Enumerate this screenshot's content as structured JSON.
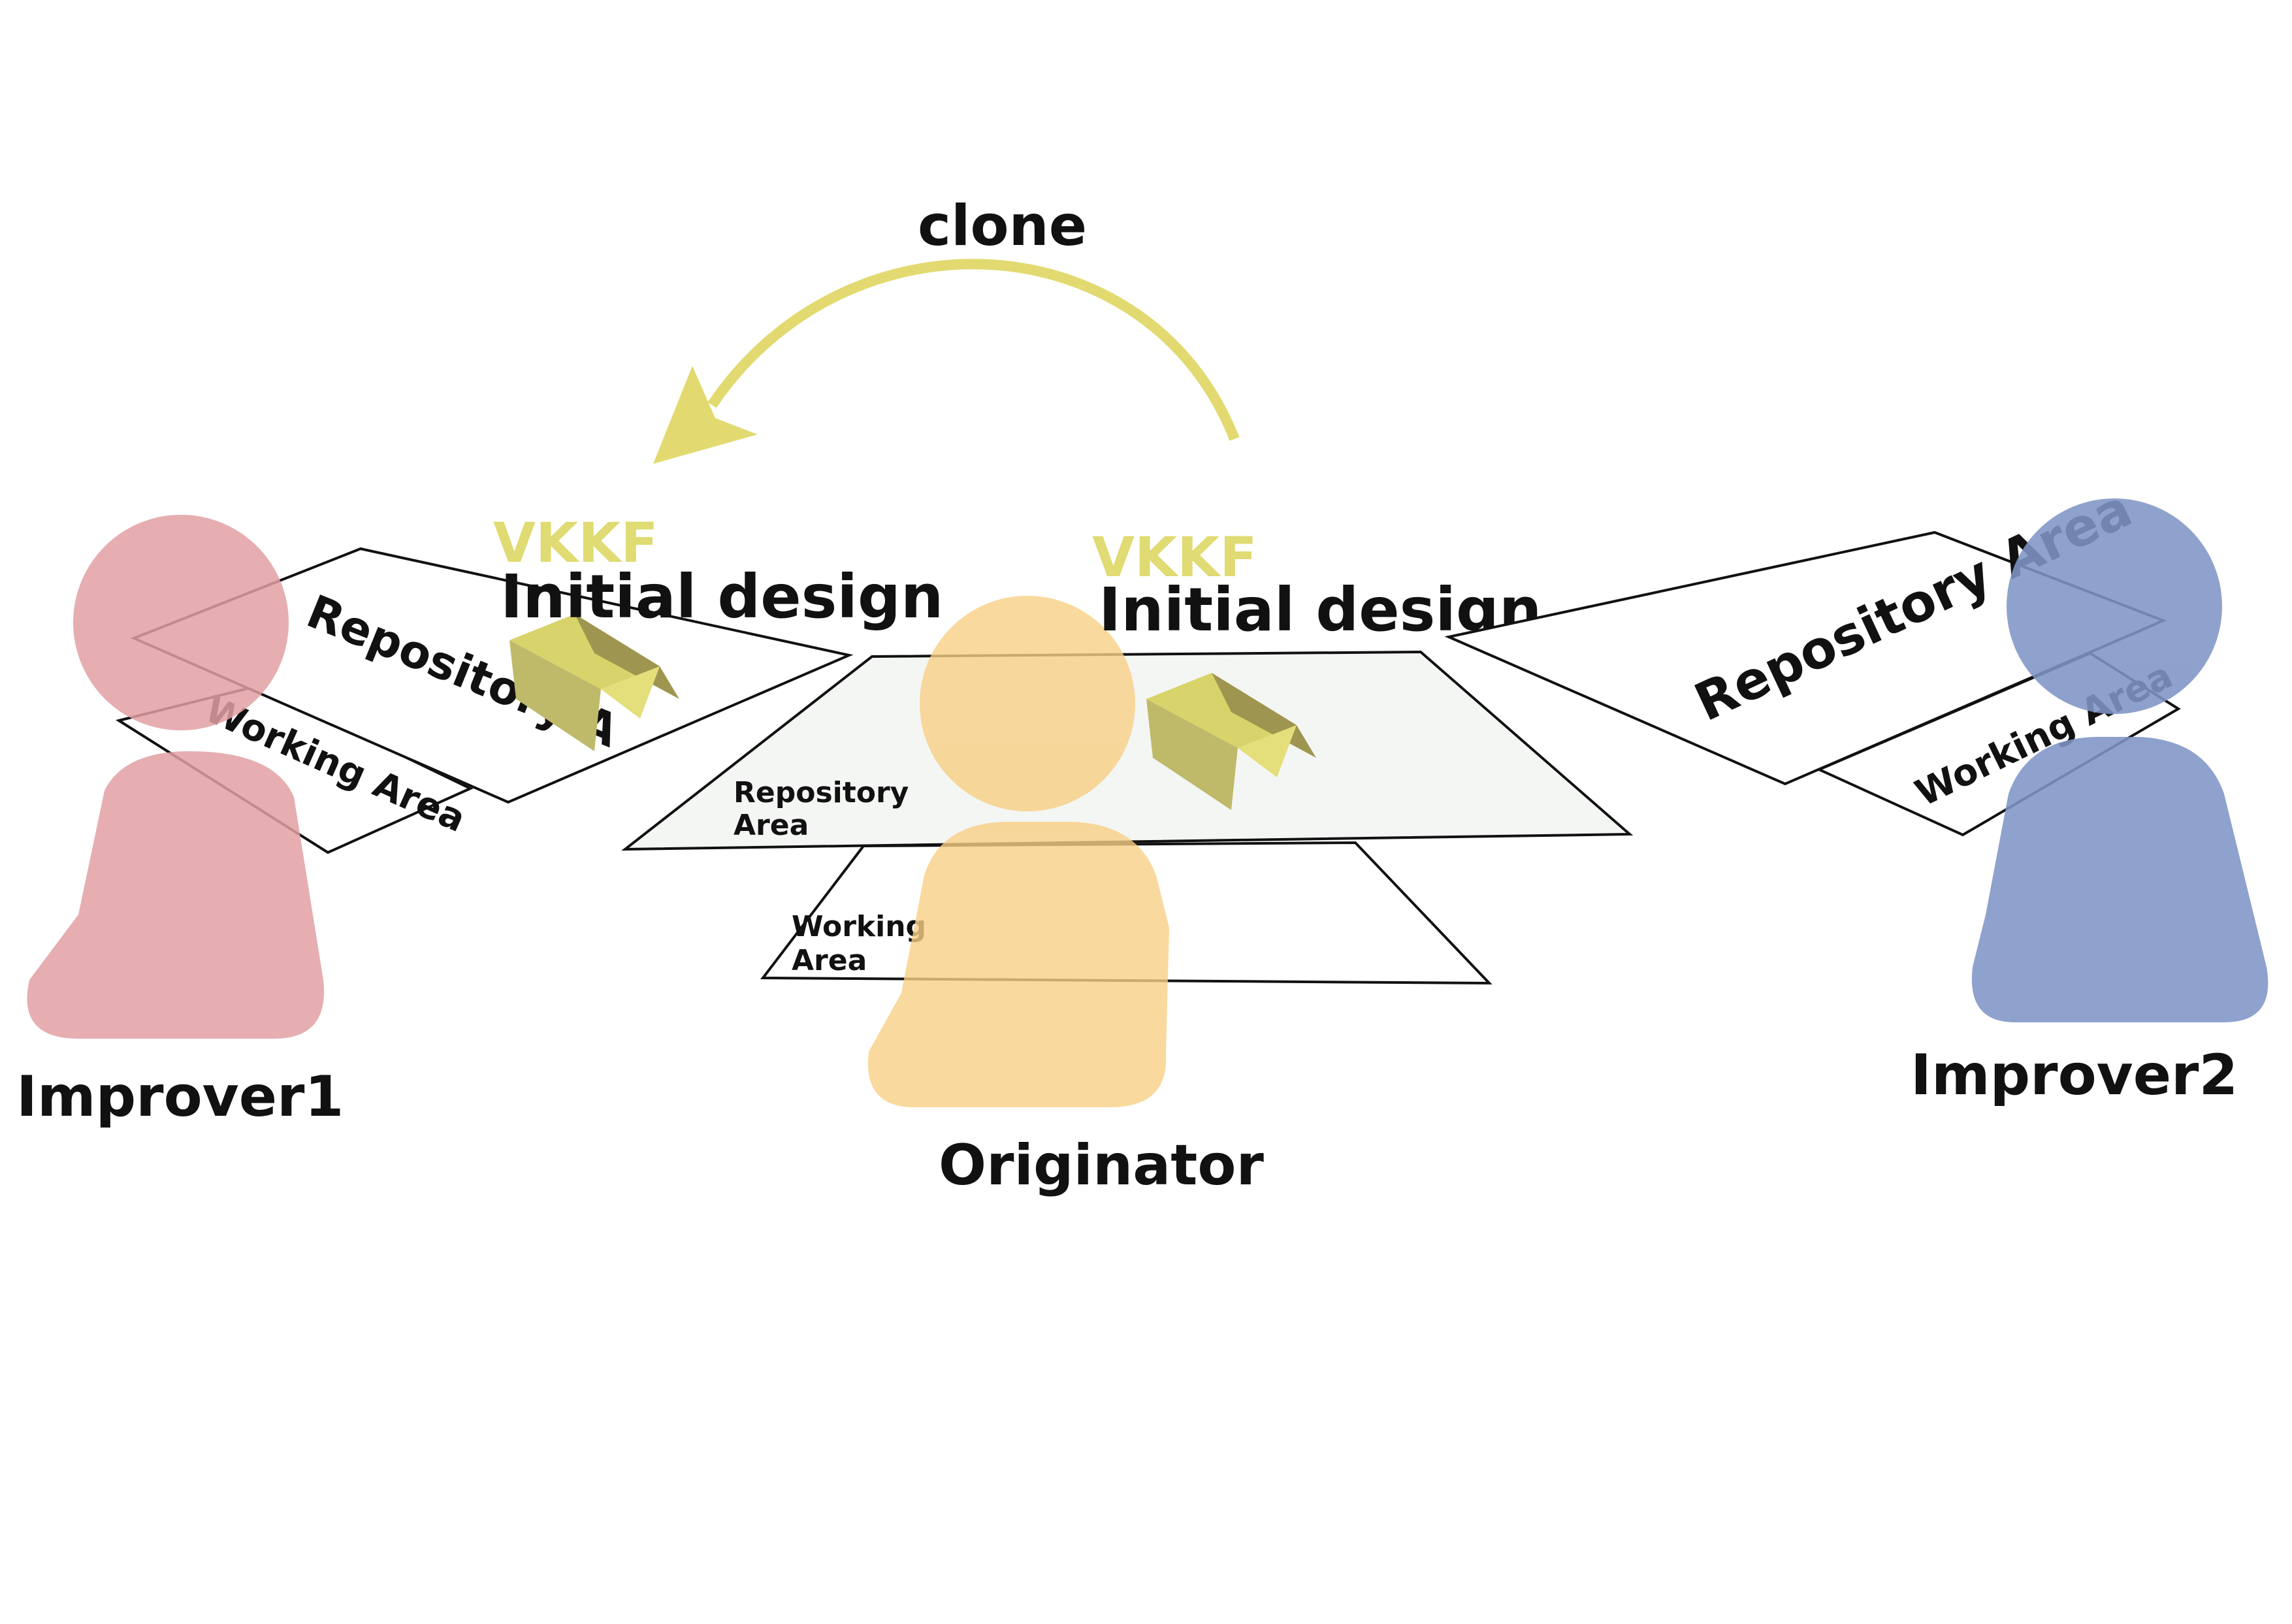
{
  "arrow": {
    "label": "clone",
    "color": "#e2da70"
  },
  "colors": {
    "improver1": "#e2a0a3",
    "originator": "#f8cf84",
    "improver2": "#7f95c6",
    "vkkf": "#e0db72",
    "originator_repo_fill": "#f4f6f4"
  },
  "improver1": {
    "name": "Improver1",
    "repository_label": "Repository A",
    "working_label": "Working Area",
    "vkkf": "VKKF",
    "design_label": "Initial design"
  },
  "originator": {
    "name": "Originator",
    "repository_label_line1": "Repository",
    "repository_label_line2": "Area",
    "working_label_line1": "Working",
    "working_label_line2": "Area",
    "vkkf": "VKKF",
    "design_label": "Initial design"
  },
  "improver2": {
    "name": "Improver2",
    "repository_label": "Repository Area",
    "working_label": "Working Area"
  },
  "icons": [
    "paper-plane-icon",
    "person-icon"
  ]
}
